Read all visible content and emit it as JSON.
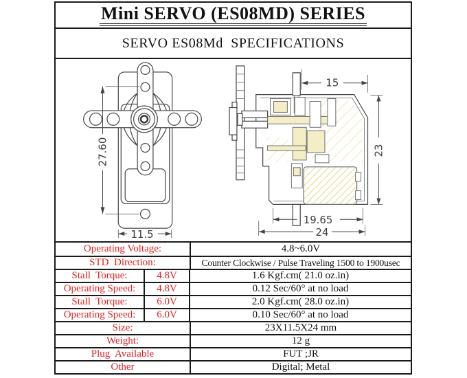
{
  "header": {
    "title": "Mini SERVO (ES08MD) SERIES",
    "subtitle": "SERVO ES08Md  SPECIFICATIONS"
  },
  "drawing": {
    "front_view": {
      "height_dim": "27.60",
      "width_dim": "11.5"
    },
    "side_view": {
      "top_width_dim": "15",
      "height_dim": "23",
      "inner_width_dim": "19.65",
      "overall_width_dim": "24"
    }
  },
  "table": {
    "rows": [
      {
        "label": "Operating Voltage:",
        "value": "4.8~6.0V"
      },
      {
        "label": "STD  Direction:",
        "value": "Counter Clockwise / Pulse Traveling 1500 to 1900usec"
      },
      {
        "label": "Stall  Torque:",
        "condition": "4.8V",
        "value": "1.6 Kgf.cm( 21.0 oz.in)"
      },
      {
        "label": "Operating Speed:",
        "condition": "4.8V",
        "value": "0.12 Sec/60° at no load"
      },
      {
        "label": "Stall  Torque:",
        "condition": "6.0V",
        "value": "2.0 Kgf.cm( 28.0 oz.in)"
      },
      {
        "label": "Operating Speed:",
        "condition": "6.0V",
        "value": "0.10 Sec/60° at no load"
      },
      {
        "label": "Size:",
        "value": "23X11.5X24 mm"
      },
      {
        "label": "Weight:",
        "value": "12 g"
      },
      {
        "label": "Plug  Available",
        "value": "FUT ;JR"
      },
      {
        "label": "Other",
        "value": "Digital; Metal"
      }
    ]
  },
  "colors": {
    "label_red": "#e32222",
    "hatch_yellow": "#e8df9e",
    "gear_fill": "#f3eec6"
  }
}
